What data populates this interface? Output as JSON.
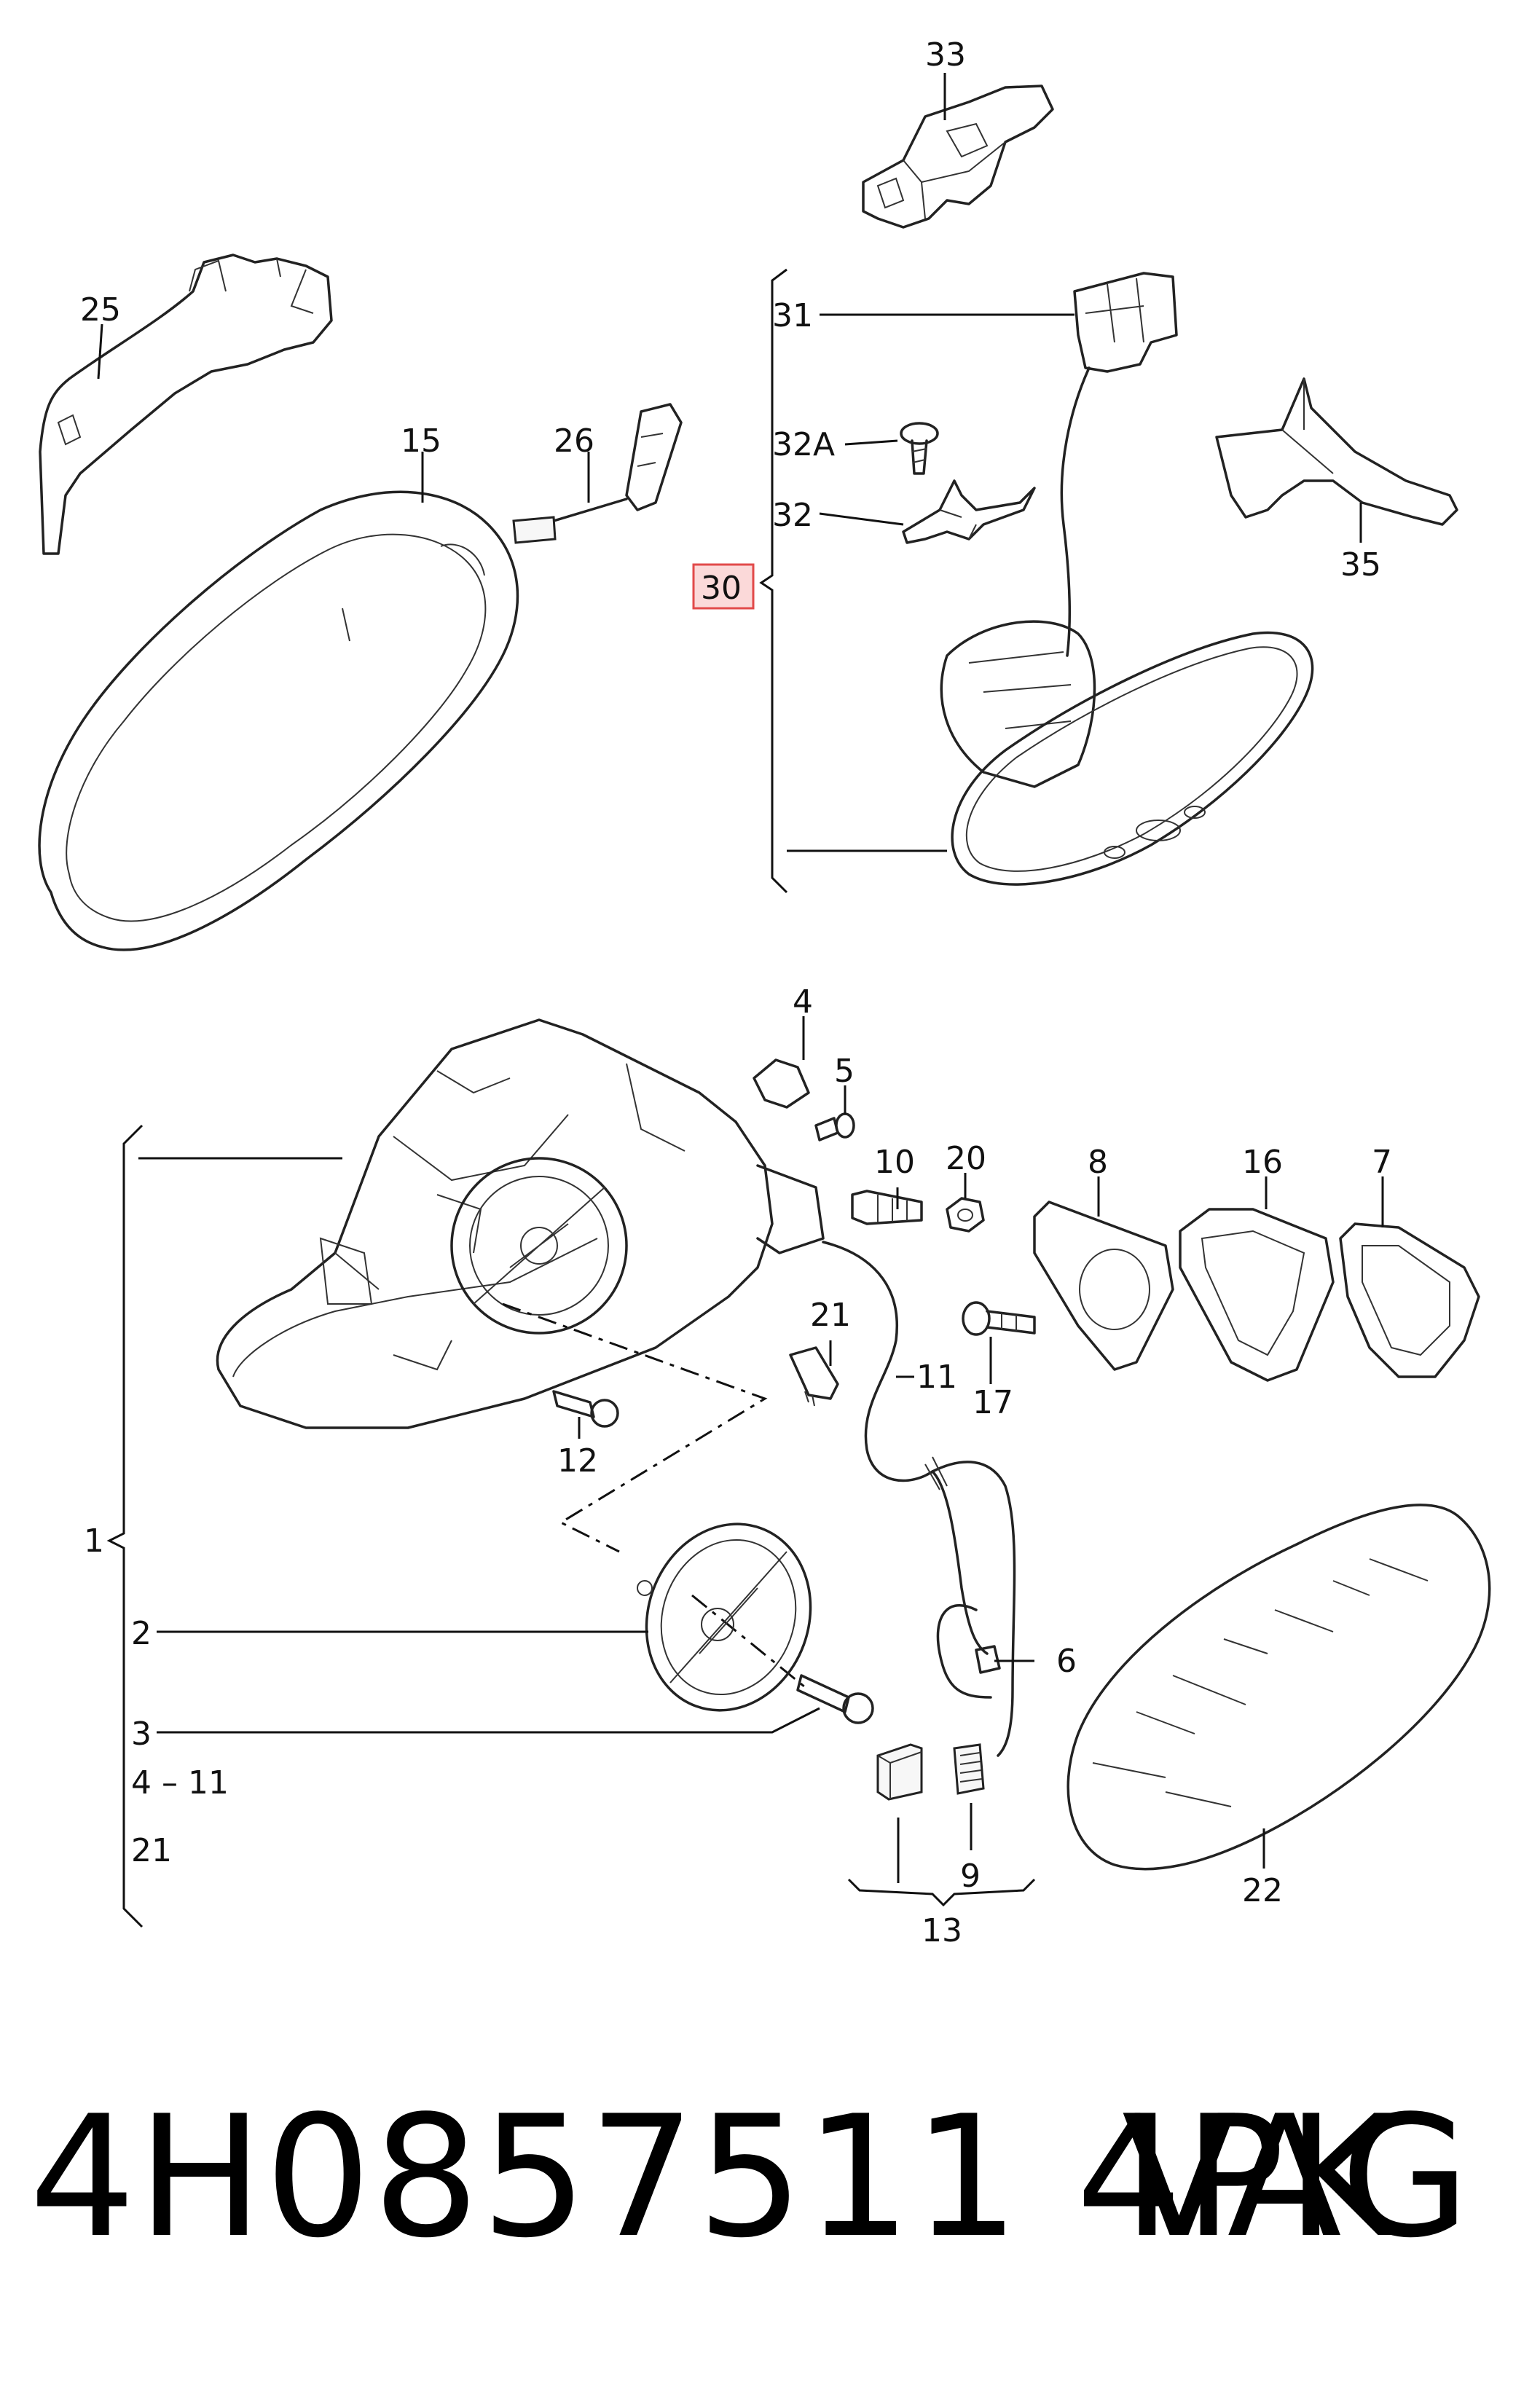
{
  "callouts": {
    "c33": "33",
    "c25": "25",
    "c15": "15",
    "c26": "26",
    "c31": "31",
    "c32a": "32A",
    "c32": "32",
    "c30": "30",
    "c35": "35",
    "c4": "4",
    "c5": "5",
    "c10": "10",
    "c20": "20",
    "c8": "8",
    "c16": "16",
    "c7": "7",
    "c21": "21",
    "c11": "11",
    "c17": "17",
    "c12": "12",
    "c1": "1",
    "c2": "2",
    "c3": "3",
    "c4_11": "4 – 11",
    "c21b": "21",
    "c6": "6",
    "c9": "9",
    "c13": "13",
    "c22": "22"
  },
  "footer": {
    "part_number": "4H0857511 4PK",
    "brand": "VAG"
  },
  "colors": {
    "highlight_fill": "#fbd9d9",
    "highlight_border": "#e24a4a",
    "ink": "#111111"
  }
}
